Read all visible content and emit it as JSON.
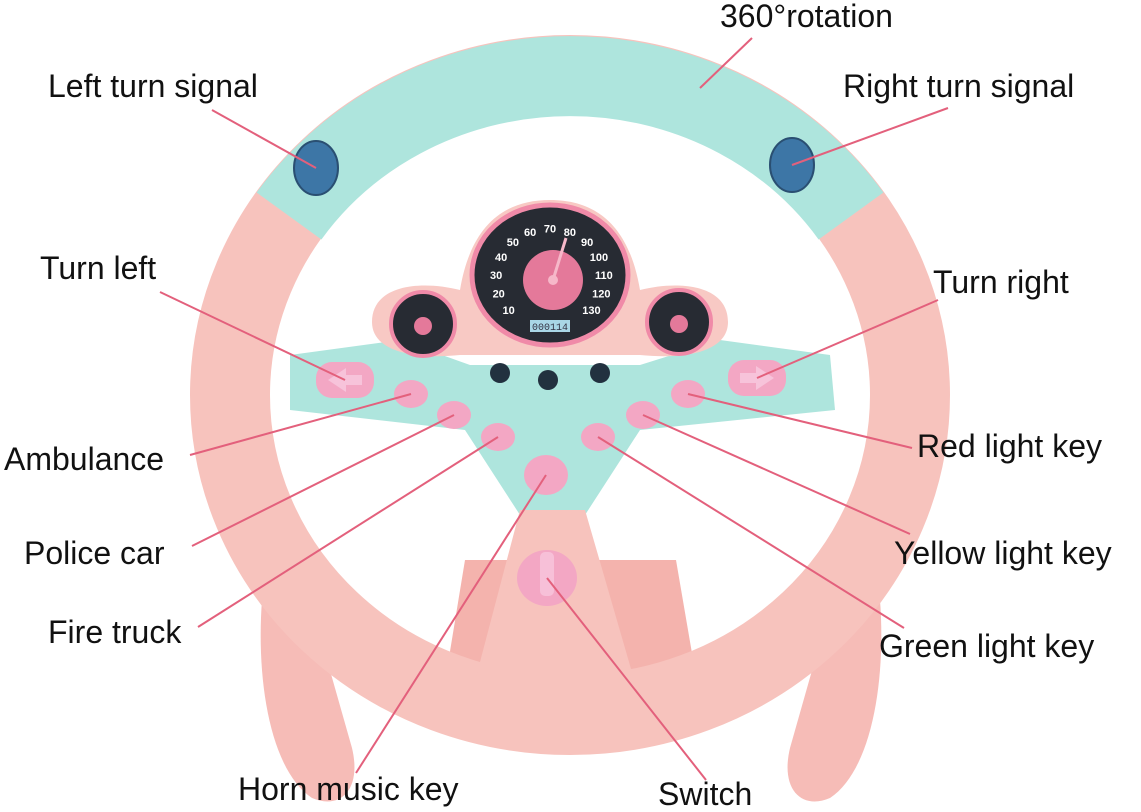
{
  "labels": {
    "rotation": "360°rotation",
    "left_turn_signal": "Left turn signal",
    "right_turn_signal": "Right turn signal",
    "turn_left": "Turn left",
    "turn_right": "Turn right",
    "ambulance": "Ambulance",
    "police_car": "Police car",
    "fire_truck": "Fire truck",
    "horn_music_key": "Horn music key",
    "switch": "Switch",
    "red_light_key": "Red light key",
    "yellow_light_key": "Yellow light key",
    "green_light_key": "Green light key"
  },
  "gauge": {
    "ticks": [
      "10",
      "20",
      "30",
      "40",
      "50",
      "60",
      "70",
      "80",
      "90",
      "100",
      "110",
      "120",
      "130"
    ],
    "odometer": "000114"
  },
  "colors": {
    "wheel_pink": "#f7c3bd",
    "wheel_mint": "#aee5dd",
    "button_pink": "#f3a7c4",
    "signal_blue": "#3d76a6",
    "gauge_dark": "#272b33",
    "leader_line": "#e3607c"
  }
}
